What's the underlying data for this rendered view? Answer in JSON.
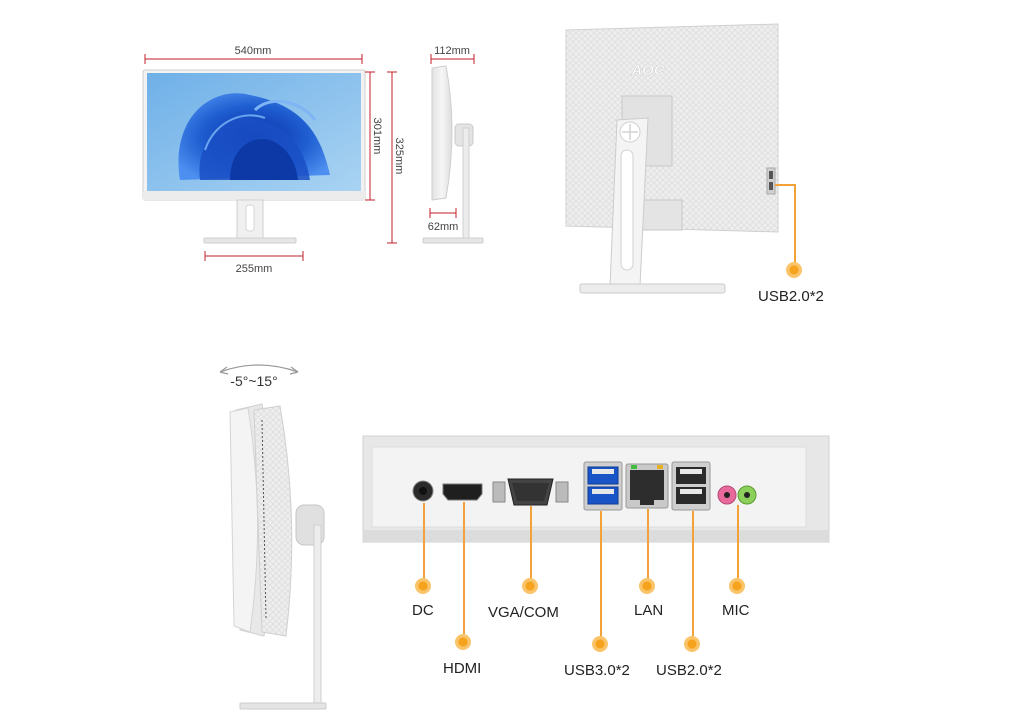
{
  "dimensions": {
    "width": "540mm",
    "depth": "112mm",
    "screen_height": "301mm",
    "total_height": "325mm",
    "base_width": "255mm",
    "base_depth": "62mm"
  },
  "brand": "AOC",
  "tilt": "-5°~15°",
  "ports": {
    "side_usb": "USB2.0*2",
    "dc": "DC",
    "hdmi": "HDMI",
    "vga": "VGA/COM",
    "usb3": "USB3.0*2",
    "lan": "LAN",
    "usb2": "USB2.0*2",
    "mic": "MIC"
  },
  "colors": {
    "dimension_line": "#c0202a",
    "callout": "#f3a23a",
    "screen_blue": "#1f5fd1"
  }
}
